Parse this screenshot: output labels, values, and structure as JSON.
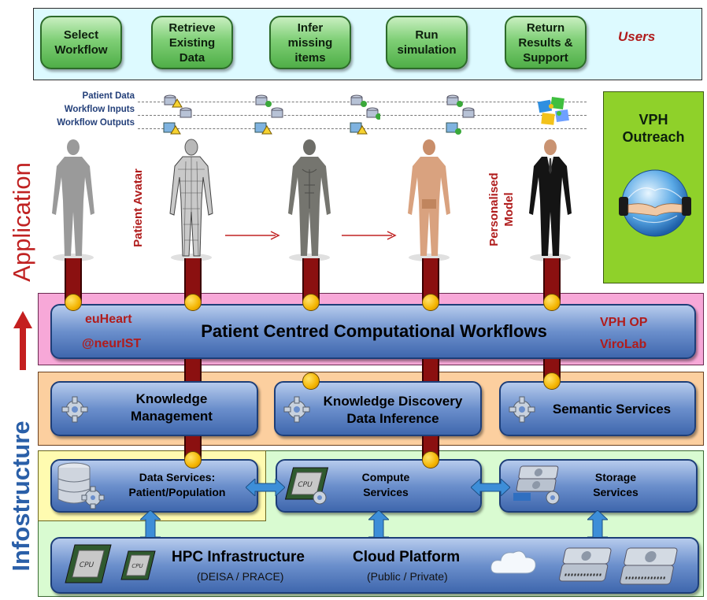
{
  "users_bar": {
    "steps": [
      "Select\nWorkflow",
      "Retrieve\nExisting\nData",
      "Infer\nmissing\nitems",
      "Run\nsimulation",
      "Return\nResults &\nSupport"
    ],
    "users_label": "Users"
  },
  "data_legend": [
    "Patient Data",
    "Workflow Inputs",
    "Workflow Outputs"
  ],
  "side_labels": {
    "application": "Application",
    "infrastructure": "Infostructure"
  },
  "figure_labels": {
    "patient_avatar": "Patient Avatar",
    "personalised_model": "Personalised\nModel"
  },
  "outreach": {
    "title": "VPH\nOutreach"
  },
  "workflows": {
    "title": "Patient Centred Computational Workflows",
    "left_projects": [
      "euHeart",
      "@neurIST"
    ],
    "right_projects": [
      "VPH OP",
      "ViroLab"
    ]
  },
  "services": {
    "knowledge_management": "Knowledge\nManagement",
    "knowledge_discovery": "Knowledge Discovery\nData Inference",
    "semantic": "Semantic Services"
  },
  "data_layer": {
    "data_services": "Data Services:\nPatient/Population",
    "compute": "Compute\nServices",
    "storage": "Storage\nServices"
  },
  "infra": {
    "hpc_title": "HPC Infrastructure",
    "hpc_sub": "(DEISA / PRACE)",
    "cloud_title": "Cloud Platform",
    "cloud_sub": "(Public / Private)",
    "cpu_text": "CPU"
  },
  "colors": {
    "pillar": "#8b1010",
    "connector_dot": "#f4b400",
    "accent_red": "#b01c1c",
    "users_bar_bg": "#ddfaff",
    "outreach_bg": "#8fd12a",
    "workflow_band": "#f7a8d8",
    "service_band": "#fccf9f",
    "infra_band": "#d9fbd1",
    "data_band": "#fffbb0"
  }
}
